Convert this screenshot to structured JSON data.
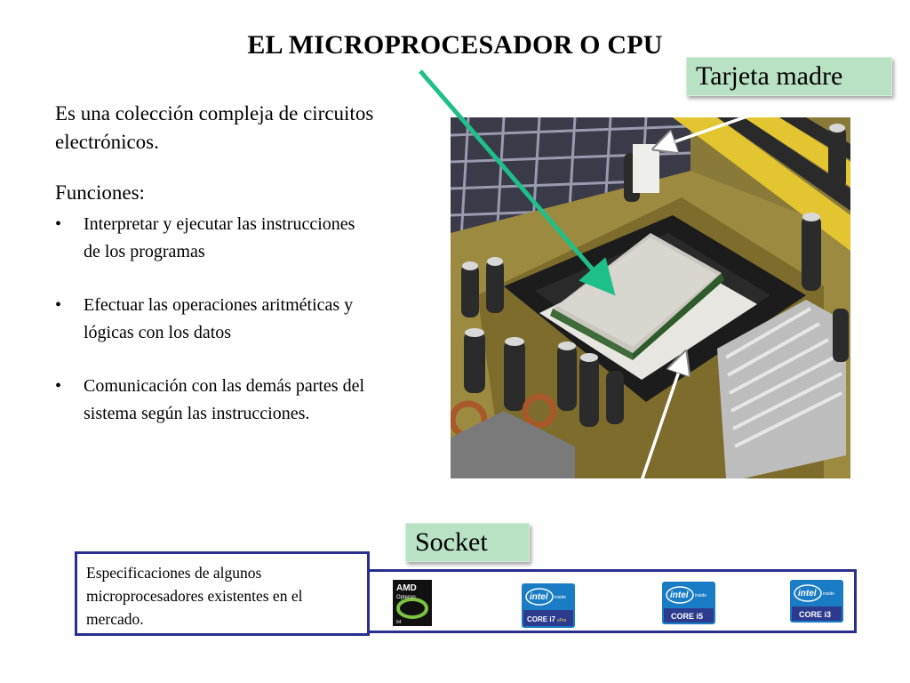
{
  "slide": {
    "title": "EL MICROPROCESADOR O CPU",
    "intro": "Es una colección compleja de circuitos electrónicos.",
    "functions_heading": "Funciones:",
    "functions": [
      "Interpretar y ejecutar las instrucciones de los programas",
      "Efectuar las operaciones aritméticas y lógicas con los datos",
      "Comunicación con las demás partes del sistema según las instrucciones."
    ]
  },
  "labels": {
    "motherboard": "Tarjeta madre",
    "socket": "Socket"
  },
  "specs": {
    "caption": "Especificaciones de algunos microprocesadores existentes en el mercado.",
    "logos": [
      {
        "brand": "AMD",
        "model": "Opteron",
        "sub": "64"
      },
      {
        "brand": "intel",
        "tag": "inside",
        "model": "CORE i7",
        "sub": "vPro"
      },
      {
        "brand": "intel",
        "tag": "inside",
        "model": "CORE i5"
      },
      {
        "brand": "intel",
        "tag": "inside",
        "model": "CORE i3"
      }
    ]
  },
  "colors": {
    "accent_green": "#1fbf8a",
    "label_bg": "#b9e2c4",
    "frame_blue": "#2a2e8f"
  }
}
